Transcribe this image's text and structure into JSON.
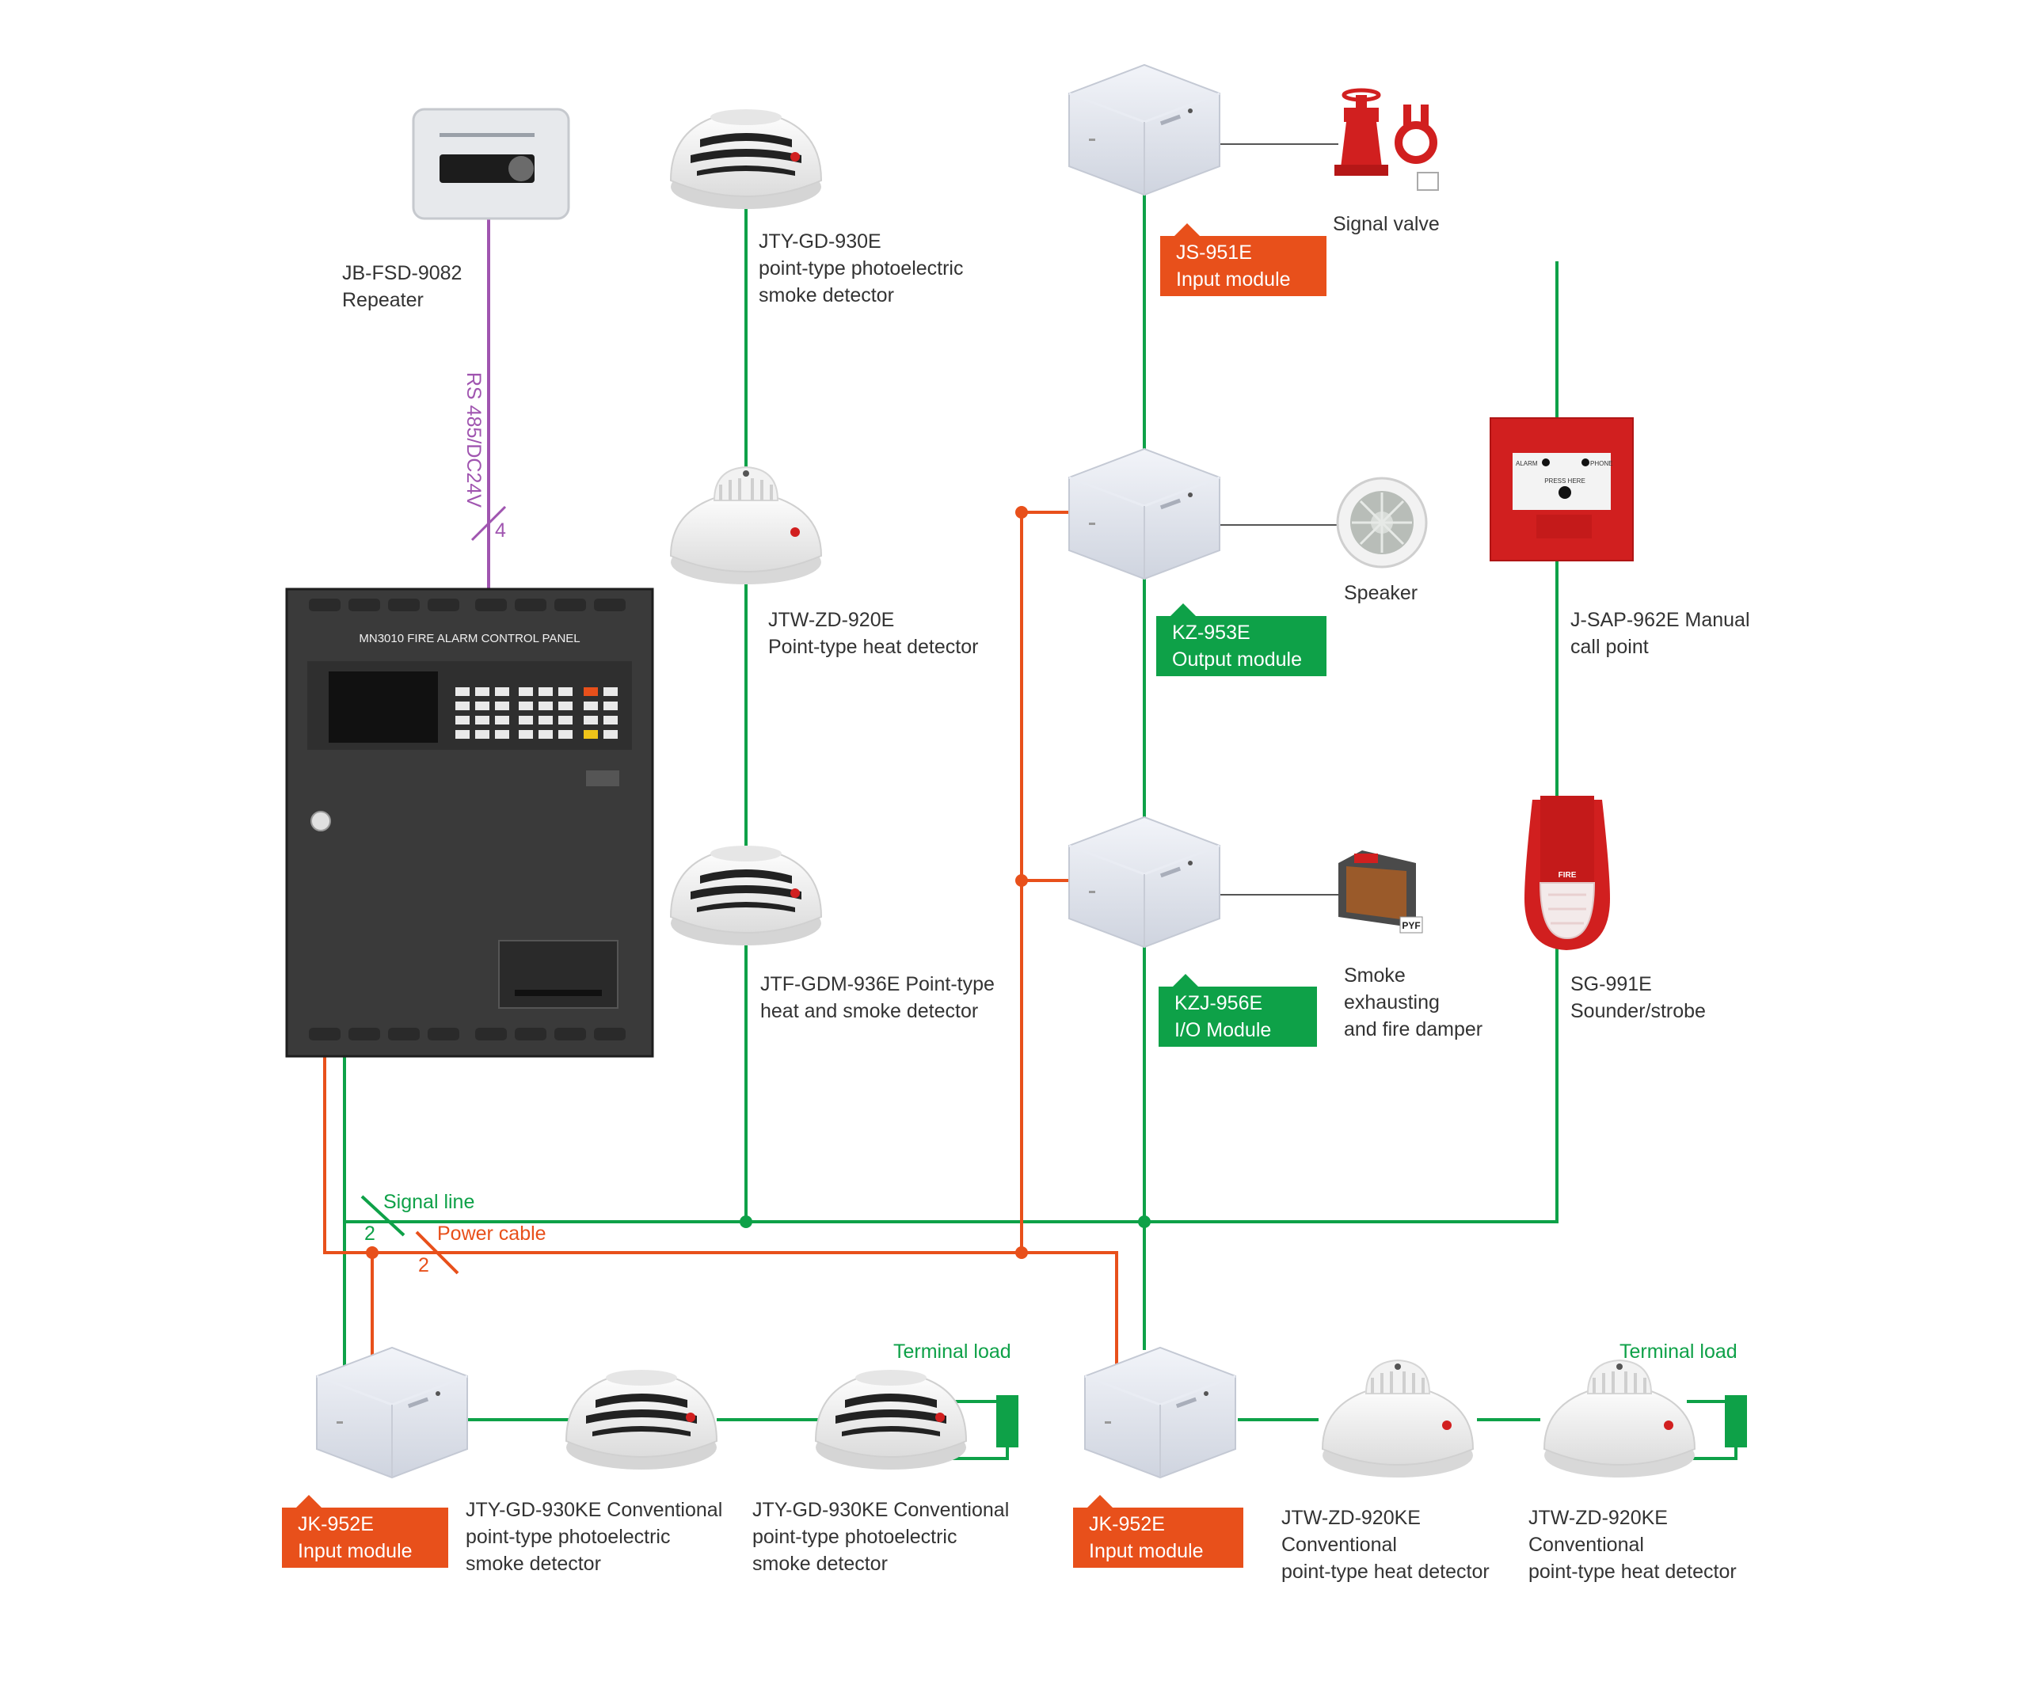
{
  "colors": {
    "signal": "#0ea148",
    "power": "#e8501b",
    "bus": "#a055b0",
    "panel": "#3a3a3a",
    "module": "#dfe3ec",
    "detector": "#f4f4f4",
    "red_device": "#d11f1f"
  },
  "panel": {
    "title": "MN3010 FIRE ALARM CONTROL PANEL"
  },
  "repeater": {
    "name": "JB-FSD-9082",
    "desc": "Repeater"
  },
  "bus": {
    "label": "RS 485/DC24V",
    "count": "4"
  },
  "wires": {
    "signal_label": "Signal line",
    "signal_count": "2",
    "power_label": "Power cable",
    "power_count": "2"
  },
  "detectors": {
    "gd930e": {
      "line1": "JTY-GD-930E",
      "line2": "point-type photoelectric",
      "line3": "smoke detector"
    },
    "zd920e": {
      "line1": "JTW-ZD-920E",
      "line2": "Point-type heat detector"
    },
    "gdm936e": {
      "line1": "JTF-GDM-936E Point-type",
      "line2": "heat and smoke detector"
    }
  },
  "modules": {
    "js951e": {
      "line1": "JS-951E",
      "line2": "Input module"
    },
    "kz953e": {
      "line1": "KZ-953E",
      "line2": "Output module"
    },
    "kzj956e": {
      "line1": "KZJ-956E",
      "line2": "I/O Module"
    },
    "jk952e_left": {
      "line1": "JK-952E",
      "line2": "Input module"
    },
    "jk952e_right": {
      "line1": "JK-952E",
      "line2": "Input module"
    }
  },
  "devices": {
    "signal_valve": "Signal valve",
    "speaker": "Speaker",
    "damper": {
      "line1": "Smoke",
      "line2": "exhausting",
      "line3": "and fire damper"
    },
    "manual_call": {
      "line1": "J-SAP-962E Manual",
      "line2": "call point"
    },
    "sounder": {
      "line1": "SG-991E",
      "line2": "Sounder/strobe"
    }
  },
  "conventional": {
    "gd930ke_1": {
      "line1": "JTY-GD-930KE Conventional",
      "line2": "point-type photoelectric",
      "line3": "smoke detector"
    },
    "gd930ke_2": {
      "line1": "JTY-GD-930KE Conventional",
      "line2": "point-type photoelectric",
      "line3": "smoke detector"
    },
    "zd920ke_1": {
      "line1": "JTW-ZD-920KE",
      "line2": "Conventional",
      "line3": "point-type heat detector"
    },
    "zd920ke_2": {
      "line1": "JTW-ZD-920KE",
      "line2": "Conventional",
      "line3": "point-type heat detector"
    },
    "terminal_load_1": "Terminal load",
    "terminal_load_2": "Terminal load"
  },
  "call_point_face": {
    "alarm": "ALARM",
    "phone": "PHONE",
    "press": "PRESS HERE"
  },
  "sounder_face": {
    "fire": "FIRE"
  },
  "damper_badge": "PYF"
}
